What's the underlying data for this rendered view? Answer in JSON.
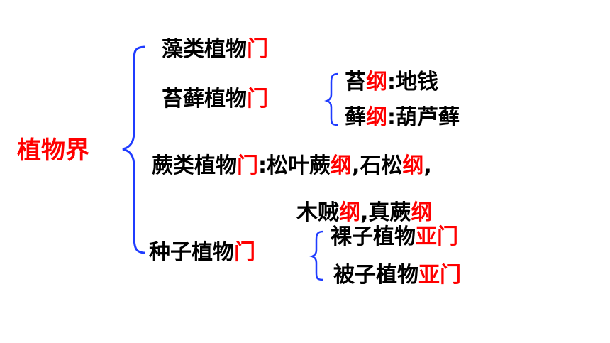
{
  "colors": {
    "text": "#000000",
    "accent": "#ff0000",
    "brace": "#1f3cff"
  },
  "root": {
    "label": "植物界"
  },
  "algae": {
    "name": "藻类植物",
    "rank": "门"
  },
  "moss": {
    "name": "苔藓植物",
    "rank": "门",
    "classes": [
      {
        "name": "苔",
        "rank": "纲",
        "sep": ":",
        "example": "地钱"
      },
      {
        "name": "藓",
        "rank": "纲",
        "sep": ":",
        "example": "葫芦藓"
      }
    ]
  },
  "fern": {
    "name": "蕨类植物",
    "rank": "门",
    "sep": ":",
    "c1": "松叶蕨",
    "c1_rank": "纲",
    "comma": ",",
    "c2": "石松",
    "c2_rank": "纲",
    "c3": "木贼",
    "c3_rank": "纲",
    "c4": "真蕨",
    "c4_rank": "纲"
  },
  "seed": {
    "name": "种子植物",
    "rank": "门",
    "subphyla": [
      {
        "name": "裸子植物",
        "rank": "亚门"
      },
      {
        "name": "被子植物",
        "rank": "亚门"
      }
    ]
  }
}
